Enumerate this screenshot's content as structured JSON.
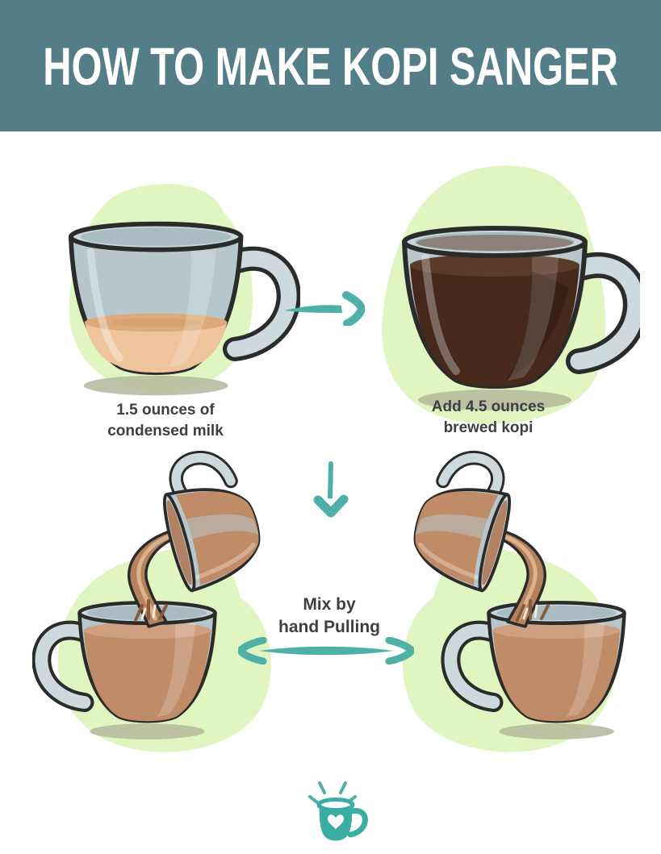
{
  "header": {
    "title": "HOW TO MAKE KOPI SANGER"
  },
  "step1": {
    "caption": [
      "1.5 ounces of",
      "condensed milk"
    ],
    "illustration": "glass-cup-with-condensed-milk"
  },
  "step2": {
    "caption": [
      "Add 4.5 ounces",
      "brewed kopi"
    ],
    "illustration": "glass-cup-with-brewed-kopi"
  },
  "step3": {
    "caption": [
      "Mix by",
      "hand Pulling"
    ],
    "illustration_left": "pouring-kopi-left",
    "illustration_right": "pouring-kopi-right"
  },
  "icons": {
    "step_arrow": "arrow-right-icon",
    "flow_arrow": "arrow-down-icon",
    "mix_arrow": "arrow-double-horizontal-icon",
    "footer_logo": "mug-with-heart-icon"
  },
  "colors": {
    "header_bg": "#547e87",
    "title_text": "#ffffff",
    "caption_text": "#3f3f3f",
    "accent_teal": "#4fb0a8",
    "blob_green": "#e0f5c0",
    "glass_blue": "#b6c6cb",
    "condensed_milk": "#eec49b",
    "brewed_kopi": "#46291b",
    "kopi_sanger": "#c08b67",
    "outline": "#2b2b2b",
    "background": "#ffffff"
  }
}
